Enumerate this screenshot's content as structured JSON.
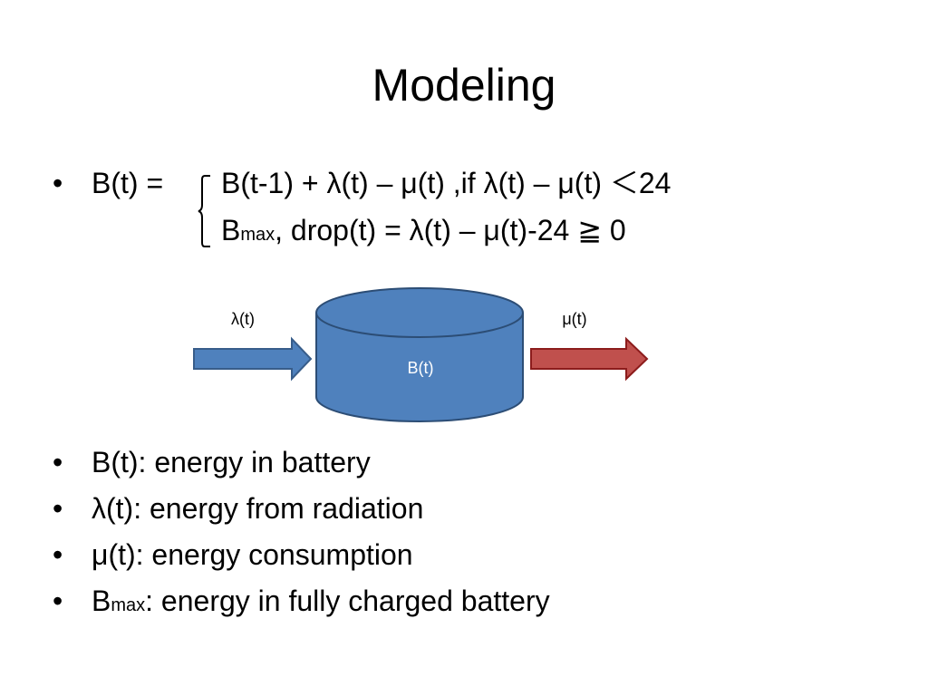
{
  "title": "Modeling",
  "equation": {
    "lhs": "B(t) =",
    "case1": "B(t-1) + λ(t) – μ(t) ,if λ(t) – μ(t) ＜24",
    "case2_main": "B",
    "case2_sub": "max",
    "case2_rest": ", drop(t) = λ(t) – μ(t)-24 ≧ 0"
  },
  "diagram": {
    "input_label": "λ(t)",
    "output_label": "μ(t)",
    "battery_label": "B(t)",
    "colors": {
      "input_arrow_fill": "#4f81bd",
      "input_arrow_stroke": "#385d8a",
      "output_arrow_fill": "#c0504d",
      "output_arrow_stroke": "#8c1c1c",
      "battery_fill": "#4f81bd",
      "battery_stroke": "#2c4d75"
    }
  },
  "definitions": [
    {
      "main": "B(t): energy in battery"
    },
    {
      "main": "λ(t): energy from radiation"
    },
    {
      "main": "μ(t): energy consumption"
    },
    {
      "main": "B",
      "sub": "max",
      "rest": ": energy in fully charged battery"
    }
  ]
}
